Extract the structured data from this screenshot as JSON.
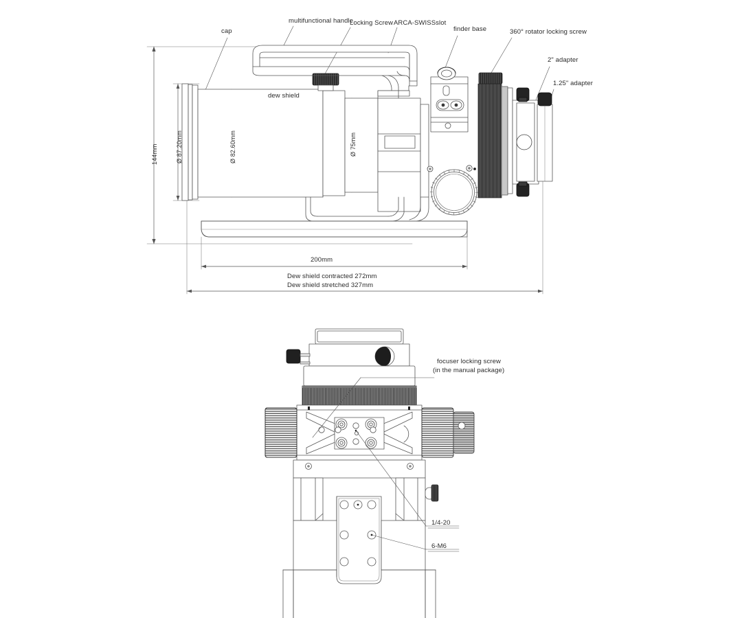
{
  "document": {
    "type": "technical-line-drawing",
    "subject": "Refractor telescope assembly — side view and front view"
  },
  "top_view": {
    "callouts": [
      {
        "id": "cap",
        "label": "cap"
      },
      {
        "id": "multifunctional-handle",
        "label": "multifunctional handle"
      },
      {
        "id": "locking-screw",
        "label": "Locking Screw"
      },
      {
        "id": "arca-swiss-slot",
        "label": "ARCA-SWISSslot"
      },
      {
        "id": "finder-base",
        "label": "finder base"
      },
      {
        "id": "rotator-locking-screw",
        "label": "360°  rotator locking screw"
      },
      {
        "id": "two-inch-adapter",
        "label": "2\" adapter"
      },
      {
        "id": "one-twentyfive-inch-adapter",
        "label": "1.25\" adapter"
      },
      {
        "id": "dew-shield",
        "label": "dew shield"
      }
    ],
    "dimensions": {
      "overall_height": "144mm",
      "cap_diameter": "Ø 87.20mm",
      "dew_shield_diameter": "Ø 82.60mm",
      "tube_diameter": "Ø 75mm",
      "dovetail_length": "200mm",
      "length_contracted": "Dew shield contracted 272mm",
      "length_stretched": "Dew shield stretched 327mm"
    }
  },
  "bottom_view": {
    "callouts": [
      {
        "id": "focuser-locking-screw",
        "line1": "focuser locking screw",
        "line2": "(in the manual package)"
      },
      {
        "id": "quarter-twenty-thread",
        "label": "1/4-20"
      },
      {
        "id": "six-m6-thread",
        "label": "6-M6"
      }
    ]
  },
  "colors": {
    "line": "#555555",
    "line_dark": "#333333",
    "text": "#2b2b2b",
    "knurl_dark": "#3a3a3a",
    "fill": "#ffffff"
  }
}
